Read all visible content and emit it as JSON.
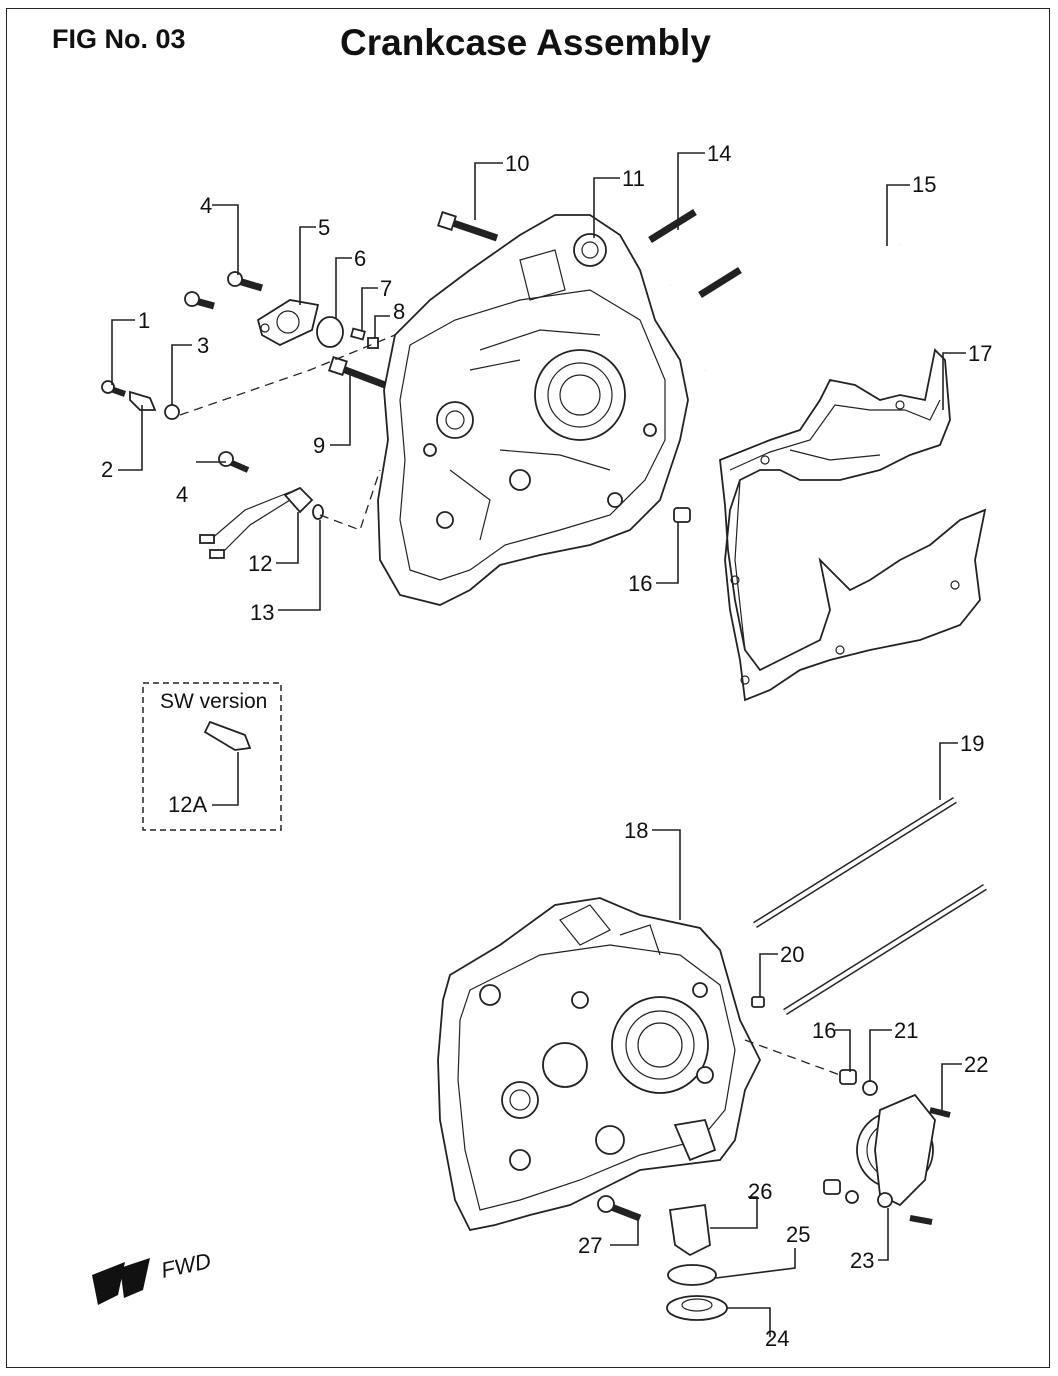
{
  "header": {
    "fig_no": "FIG No. 03",
    "title": "Crankcase Assembly"
  },
  "sw_box": {
    "caption": "SW version",
    "label": "12A"
  },
  "direction": {
    "text": "FWD"
  },
  "callouts": {
    "c1": "1",
    "c2": "2",
    "c3": "3",
    "c4a": "4",
    "c4b": "4",
    "c5": "5",
    "c6": "6",
    "c7": "7",
    "c8": "8",
    "c9": "9",
    "c10": "10",
    "c11": "11",
    "c12": "12",
    "c13": "13",
    "c14": "14",
    "c15": "15",
    "c16a": "16",
    "c16b": "16",
    "c17": "17",
    "c18": "18",
    "c19": "19",
    "c20": "20",
    "c21": "21",
    "c22": "22",
    "c23": "23",
    "c24": "24",
    "c25": "25",
    "c26": "26",
    "c27": "27"
  }
}
